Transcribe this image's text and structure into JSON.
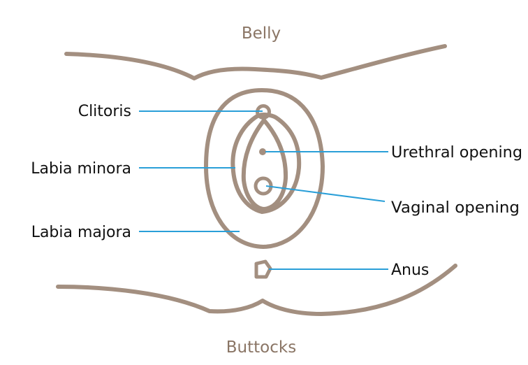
{
  "regions": {
    "top": "Belly",
    "bottom": "Buttocks"
  },
  "labels": {
    "clitoris": "Clitoris",
    "labia_minora": "Labia minora",
    "labia_majora": "Labia majora",
    "urethral_opening": "Urethral opening",
    "vaginal_opening": "Vaginal opening",
    "anus": "Anus"
  },
  "colors": {
    "outline": "#a38f80",
    "leader": "#2a9fd8",
    "text": "#111111",
    "region_text": "#8a7565"
  }
}
